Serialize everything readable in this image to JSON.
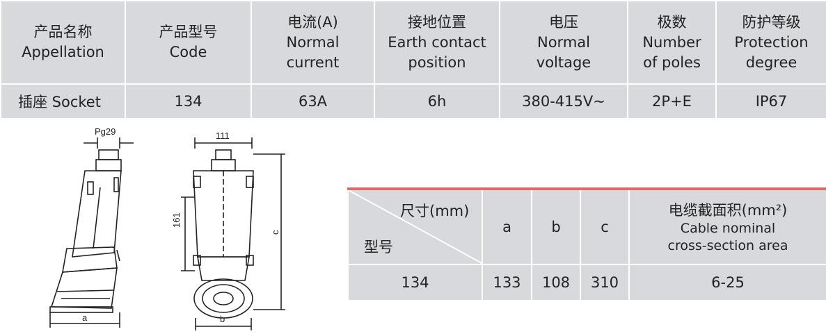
{
  "spec_table": {
    "headers": [
      [
        "产品名称",
        "Appellation"
      ],
      [
        "产品型号",
        "Code"
      ],
      [
        "电流(A)",
        "Normal",
        "current"
      ],
      [
        "接地位置",
        "Earth contact",
        "position"
      ],
      [
        "电压",
        "Normal",
        "voltage"
      ],
      [
        "极数",
        "Number",
        "of poles"
      ],
      [
        "防护等级",
        "Protection",
        "degree"
      ]
    ],
    "row": {
      "appellation": "插座 Socket",
      "code": "134",
      "current": "63A",
      "earth": "6h",
      "voltage": "380-415V~",
      "poles": "2P+E",
      "protection": "IP67"
    }
  },
  "dims_table": {
    "corner_top": "尺寸(mm)",
    "corner_bottom": "型号",
    "col_a": "a",
    "col_b": "b",
    "col_c": "c",
    "cable_title": "电缆截面积(mm²)",
    "cable_line1": "Cable nominal",
    "cable_line2": "cross-section area",
    "row": {
      "model": "134",
      "a": "133",
      "b": "108",
      "c": "310",
      "cable": "6-25"
    }
  },
  "drawing": {
    "side_top_label": "Pg29",
    "side_bottom_label": "a",
    "front_top_label": "111",
    "front_left_label": "161",
    "front_right_label": "c",
    "front_bottom_label": "b"
  },
  "colors": {
    "cell_bg": "#d7d9dd",
    "accent_red": "#e06a6a",
    "line": "#222222"
  }
}
